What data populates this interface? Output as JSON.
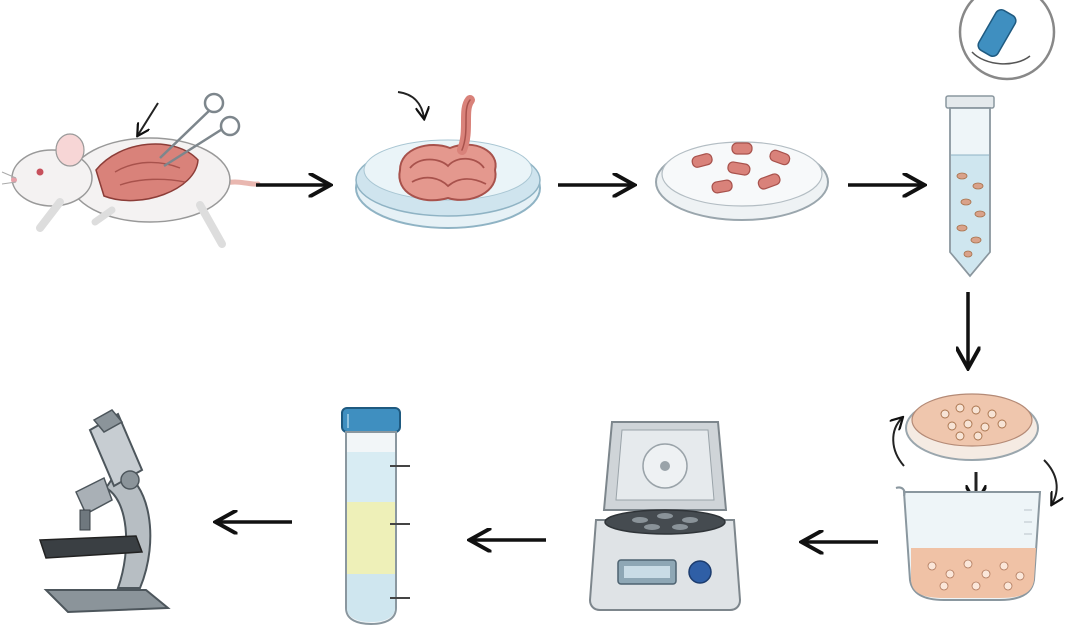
{
  "diagram": {
    "steps": [
      {
        "icon": "dissected-mouse-icon"
      },
      {
        "icon": "intestine-petri-dish-icon"
      },
      {
        "icon": "tissue-fragments-dish-icon"
      },
      {
        "icon": "tissue-fragments-tube-icon"
      },
      {
        "icon": "shaking-dish-icon"
      },
      {
        "icon": "centrifuge-icon"
      },
      {
        "icon": "layered-tube-icon"
      },
      {
        "icon": "microscope-icon"
      }
    ],
    "flow": [
      "right",
      "right",
      "right",
      "down",
      "left",
      "left",
      "left"
    ],
    "colors": {
      "arrow": "#111111",
      "tissue": "#d9827a",
      "tissue_dark": "#a8524c",
      "dish_glass": "#cfe4ee",
      "tube_cap": "#3f8fc0",
      "metal": "#a9b0b6",
      "layer_yellow": "#eef0b8",
      "layer_blue": "#cfe6ef"
    }
  }
}
